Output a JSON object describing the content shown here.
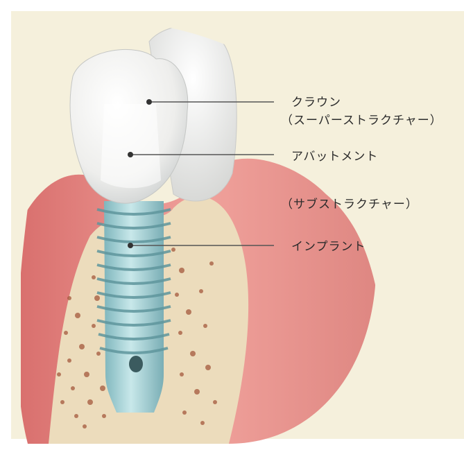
{
  "labels": {
    "crown": "クラウン",
    "crown_sub": "（スーパーストラクチャー）",
    "abutment": "アバットメント",
    "abutment_sub": "（サブストラクチャー）",
    "implant": "インプラント"
  },
  "colors": {
    "background": "#f5f0dc",
    "gum": "#e58a86",
    "bone": "#ead7b7",
    "bone_dots": "#a0543a",
    "implant": "#9ccbd0",
    "crown": "#f2f2f1"
  }
}
